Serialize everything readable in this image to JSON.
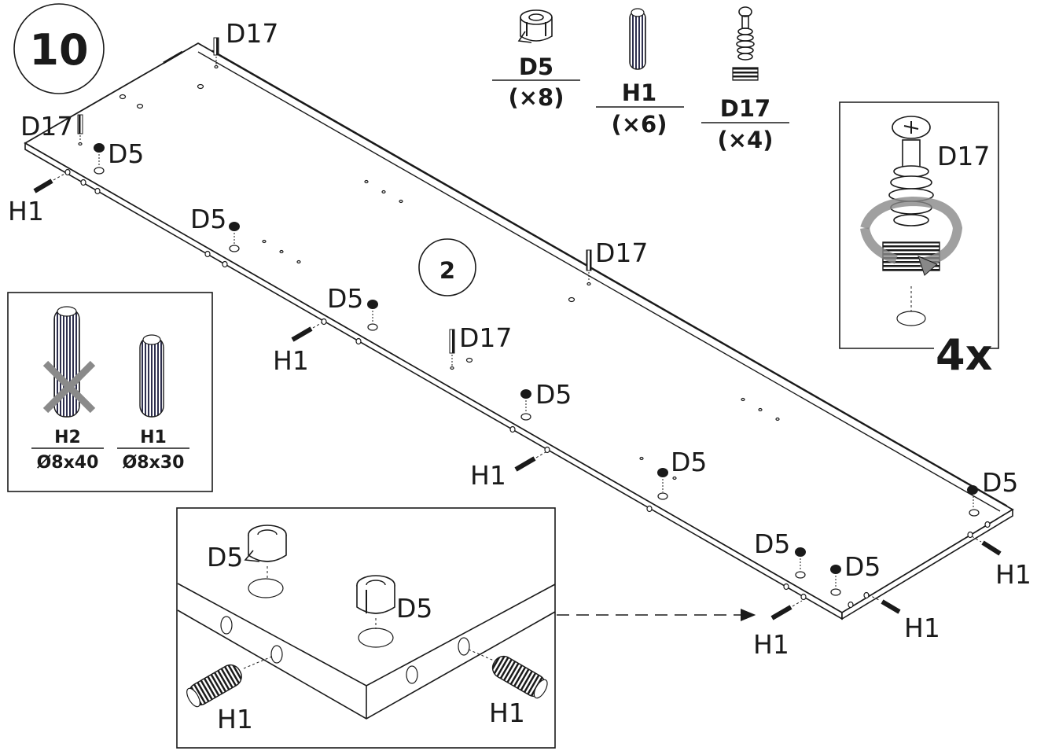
{
  "step": {
    "number": "10"
  },
  "panel_marker": "2",
  "parts": [
    {
      "code": "D5",
      "qty": "(×8)",
      "icon": "cam-lock-icon"
    },
    {
      "code": "H1",
      "qty": "(×6)",
      "icon": "dowel-icon"
    },
    {
      "code": "D17",
      "qty": "(×4)",
      "icon": "cam-bolt-icon"
    }
  ],
  "callouts": {
    "d17": "D17",
    "d5": "D5",
    "h1": "H1"
  },
  "bolt_detail": {
    "part": "D17",
    "multiplier": "4x"
  },
  "dowel_compare": {
    "wrong": {
      "code": "H2",
      "size": "Ø8x40"
    },
    "right": {
      "code": "H1",
      "size": "Ø8x30"
    }
  },
  "zoom_detail": {
    "labels": [
      "D5",
      "D5",
      "H1",
      "H1"
    ]
  },
  "colors": {
    "ink": "#1a1a1a",
    "dowel": "#2e2f4e",
    "reject": "#8a8a8a",
    "arrow": "#9a9a9a"
  }
}
